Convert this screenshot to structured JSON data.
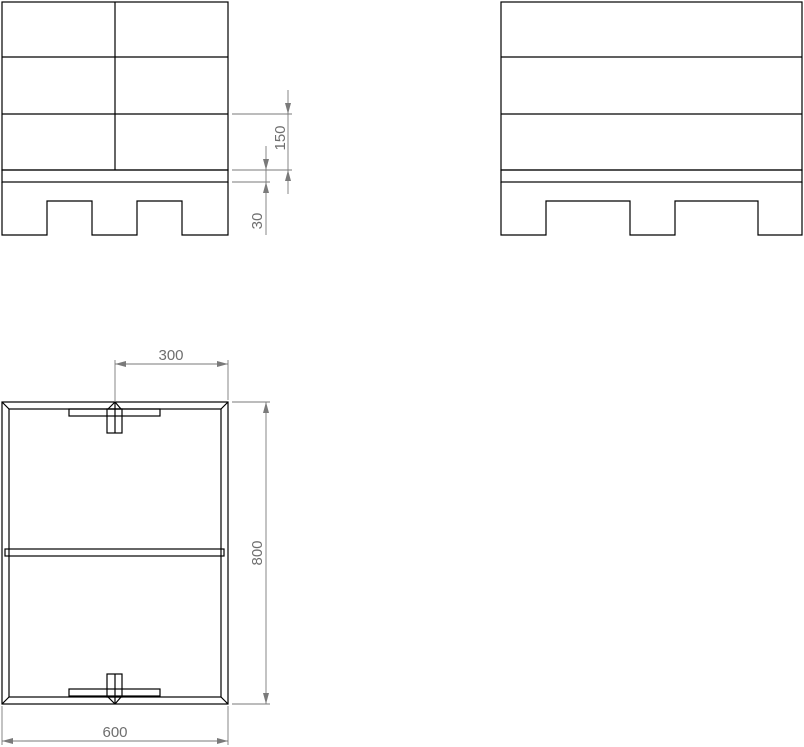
{
  "dimensions": {
    "box_height": "150",
    "base_height": "30",
    "half_width": "300",
    "depth": "800",
    "width": "600"
  },
  "colors": {
    "outline": "#000000",
    "dimension_line": "#7a7a7a",
    "dimension_text": "#6e6e6e"
  }
}
